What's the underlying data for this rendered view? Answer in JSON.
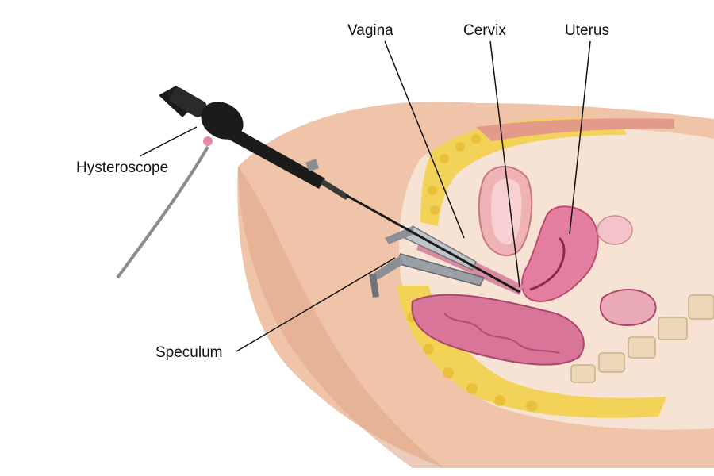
{
  "labels": {
    "vagina": "Vagina",
    "cervix": "Cervix",
    "uterus": "Uterus",
    "hysteroscope": "Hysteroscope",
    "speculum": "Speculum"
  },
  "colors": {
    "skin": "#efc4a9",
    "skin_shadow": "#d9a084",
    "fat": "#f2d257",
    "fat_cell": "#e8b930",
    "uterus": "#e47ea0",
    "uterus_dark": "#c04a6f",
    "bladder": "#efb3b5",
    "rectum": "#d97598",
    "vertebra": "#ead8b8",
    "instrument": "#1b1b1b",
    "speculum_metal": "#9aa0a6",
    "leader_line": "#111111"
  }
}
